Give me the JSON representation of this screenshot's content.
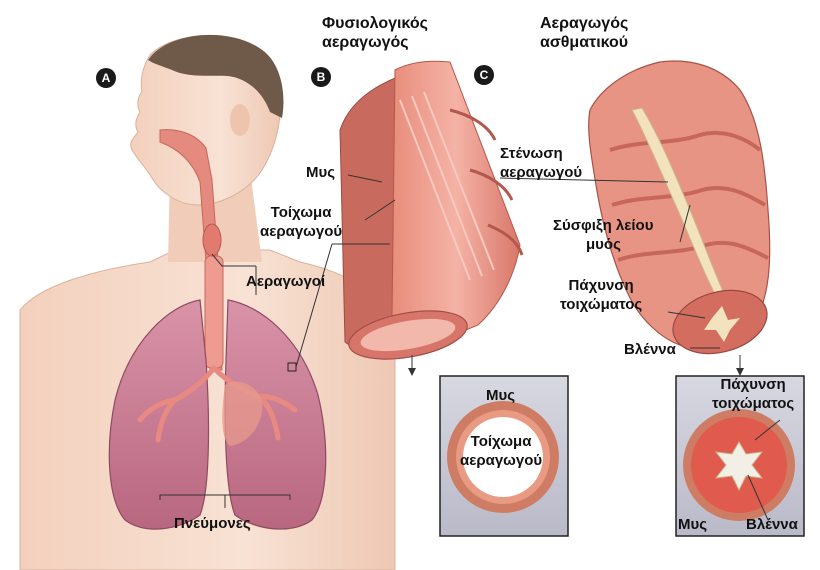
{
  "panels": {
    "a": "A",
    "b": "B",
    "c": "C"
  },
  "headers": {
    "normal": [
      "Φυσιολογικός",
      "αεραγωγός"
    ],
    "asthmatic": [
      "Αεραγωγός",
      "ασθματικού"
    ]
  },
  "person": {
    "airways": "Αεραγωγοί",
    "lungs": "Πνεύμονες"
  },
  "normal_airway": {
    "muscle": "Μυς",
    "wall": [
      "Τοίχωμα",
      "αεραγωγού"
    ],
    "cross_section": {
      "muscle": "Μυς",
      "wall": [
        "Τοίχωμα",
        "αεραγωγού"
      ]
    }
  },
  "asthmatic_airway": {
    "narrowing": [
      "Στένωση",
      "αεραγωγού"
    ],
    "smooth_muscle": [
      "Σύσφιξη λείου",
      "μυός"
    ],
    "wall_thickening": [
      "Πάχυνση",
      "τοιχώματος"
    ],
    "mucus": "Βλέννα",
    "cross_section": {
      "wall_thickening": [
        "Πάχυνση",
        "τοιχώματος"
      ],
      "muscle": "Μυς",
      "mucus": "Βλέννα"
    }
  },
  "colors": {
    "skin": "#f6dccb",
    "lung": "#c97a92",
    "airway": "#e79a8c",
    "mucus": "#f2e2bd",
    "box": "#c8c8d4"
  }
}
